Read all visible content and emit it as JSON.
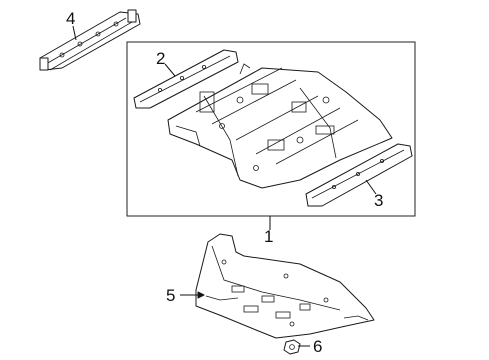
{
  "callouts": {
    "c1": "1",
    "c2": "2",
    "c3": "3",
    "c4": "4",
    "c5": "5",
    "c6": "6"
  },
  "icons": {
    "floor_panel": "floor-pan-drawing",
    "side_rail": "rail-drawing",
    "skid_plate": "skid-plate-drawing",
    "nut": "nut-drawing"
  },
  "colors": {
    "line": "#1a1a1a",
    "background": "#ffffff",
    "frame": "#222222"
  }
}
